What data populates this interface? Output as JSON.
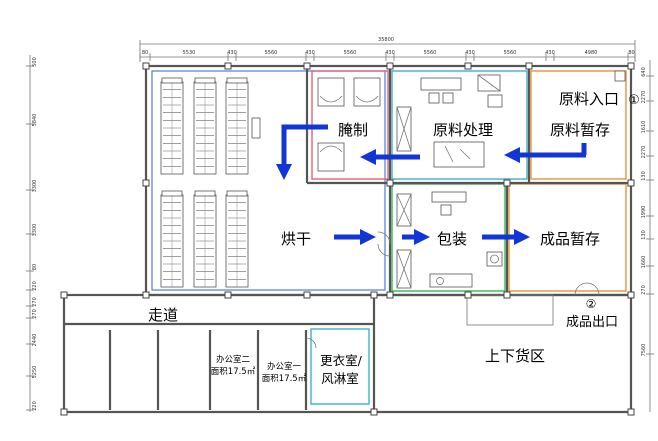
{
  "dimensions": {
    "total": "35800",
    "top_segments": [
      "80",
      "5530",
      "430",
      "5560",
      "430",
      "5560",
      "430",
      "5560",
      "430",
      "5560",
      "430",
      "4980",
      "80"
    ],
    "left_side": [
      "500",
      "5840",
      "3300",
      "3300",
      "80",
      "220",
      "270",
      "270",
      "2440",
      "5250",
      "220"
    ],
    "right_side": [
      "640",
      "2270",
      "1610",
      "2270",
      "130",
      "1990",
      "130",
      "1660",
      "270",
      "7560"
    ]
  },
  "rooms": {
    "curing": "腌制",
    "raw_processing": "原料处理",
    "raw_entrance": "原料入口",
    "raw_temp_storage": "原料暂存",
    "drying": "烘干",
    "packaging": "包装",
    "finished_temp_storage": "成品暂存",
    "finished_exit": "成品出口",
    "corridor": "走道",
    "office2_name": "办公室二",
    "office2_area": "面积17.5㎡",
    "office1_name": "办公室一",
    "office1_area": "面积17.5㎡",
    "locker_line1": "更衣室/",
    "locker_line2": "风淋室",
    "loading_area": "上下货区"
  },
  "markers": {
    "one": "①",
    "two": "②"
  },
  "colors": {
    "flow_arrow": "#1236d6",
    "curing_border": "#e0607a",
    "raw_processing_border": "#3fb1c8",
    "raw_storage_border": "#e8943a",
    "packaging_border": "#2fb84f",
    "finished_storage_border": "#e8943a",
    "drying_border": "#4a7fd6",
    "locker_border": "#3fb1c8"
  }
}
